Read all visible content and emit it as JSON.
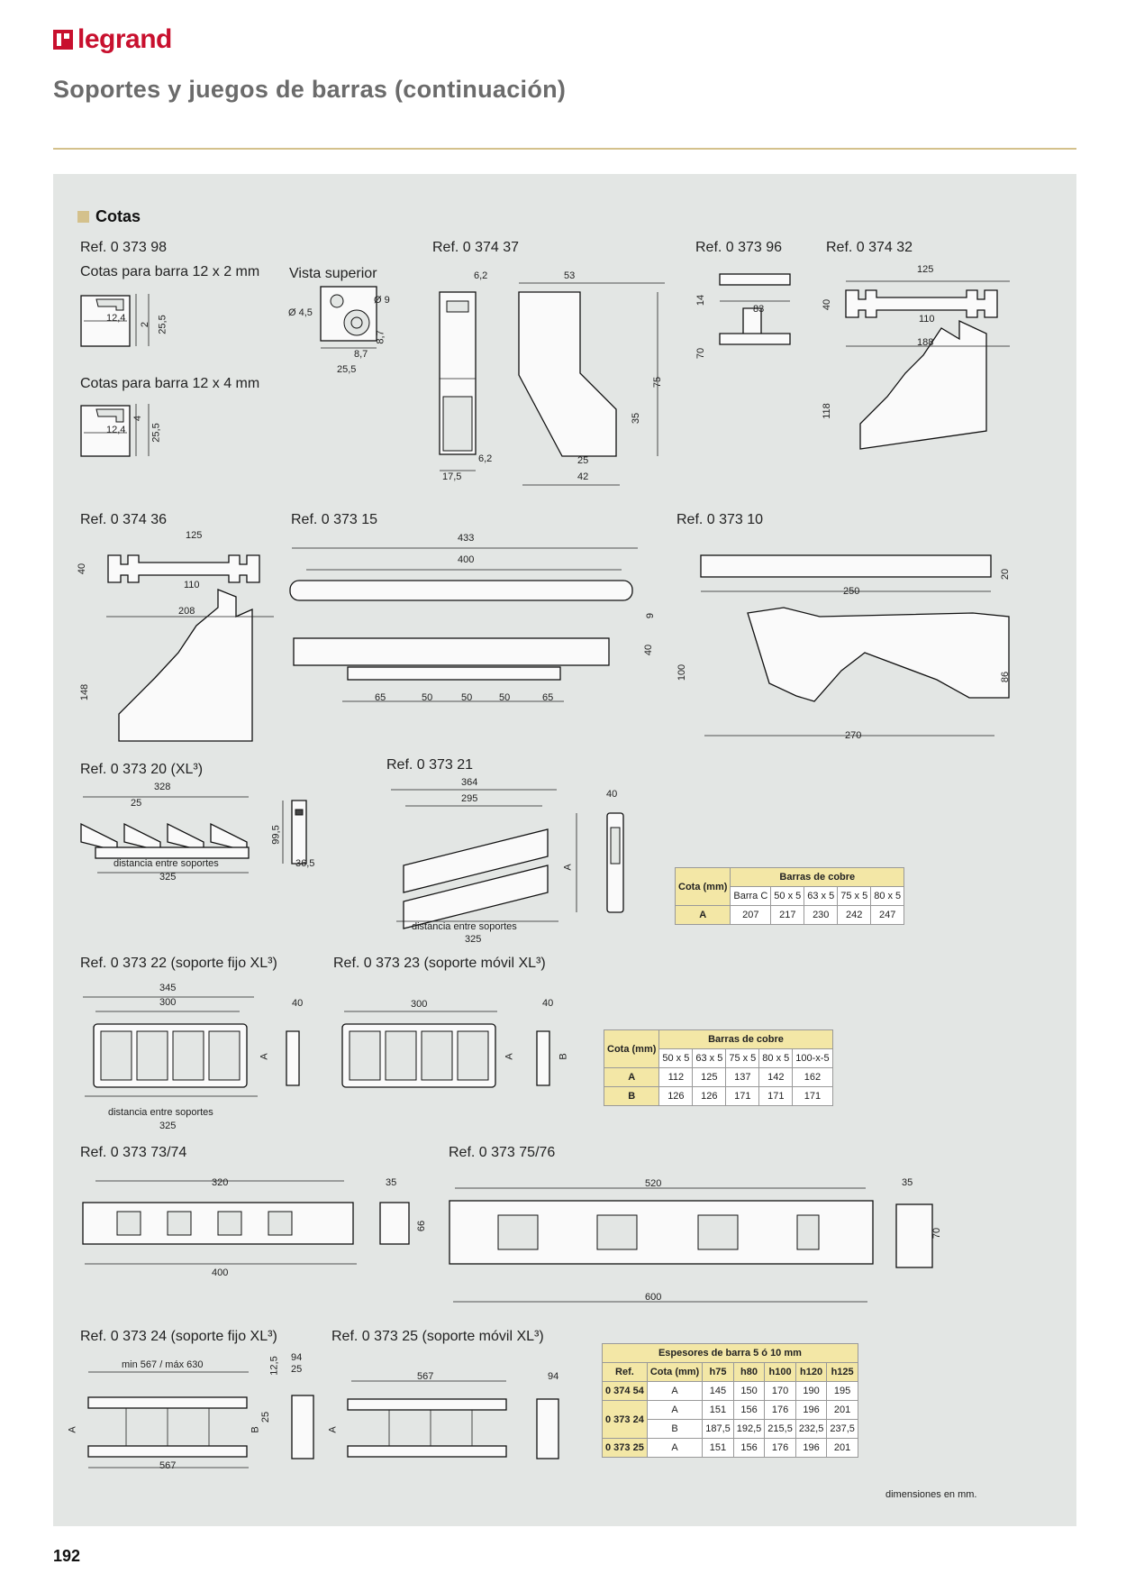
{
  "header": {
    "brand": "legrand",
    "title": "Soportes y juegos de barras (continuación)"
  },
  "section": {
    "title": "Cotas"
  },
  "refs": {
    "r037398": "Ref. 0 373 98",
    "r037437": "Ref. 0 374 37",
    "r037396": "Ref. 0 373 96",
    "r037432": "Ref. 0 374 32",
    "r037436": "Ref. 0 374 36",
    "r037315": "Ref. 0 373 15",
    "r037310": "Ref. 0 373 10",
    "r037320": "Ref. 0 373 20 (XL³)",
    "r037321": "Ref. 0 373 21",
    "r037322": "Ref. 0 373 22 (soporte fijo XL³)",
    "r037323": "Ref. 0 373 23 (soporte móvil XL³)",
    "r037373": "Ref. 0 373 73/74",
    "r037375": "Ref. 0 373 75/76",
    "r037324": "Ref. 0 373 24 (soporte fijo XL³)",
    "r037325": "Ref. 0 373 25 (soporte móvil XL³)"
  },
  "subtitles": {
    "barra12x2": "Cotas para barra 12 x 2 mm",
    "barra12x4": "Cotas para barra 12 x 4 mm",
    "vista": "Vista superior"
  },
  "dims": {
    "d12_4a": "12,4",
    "d2": "2",
    "d25_5a": "25,5",
    "d12_4b": "12,4",
    "d4": "4",
    "d25_5b": "25,5",
    "d_phi9": "Ø 9",
    "d_phi45": "Ø 4,5",
    "d8_7a": "8,7",
    "d8_7b": "8,7",
    "d25_5c": "25,5",
    "d6_2a": "6,2",
    "d6_2b": "6,2",
    "d17_5": "17,5",
    "d53": "53",
    "d75": "75",
    "d35a": "35",
    "d25": "25",
    "d42": "42",
    "d14": "14",
    "d83": "83",
    "d70a": "70",
    "d125a": "125",
    "d40a": "40",
    "d110a": "110",
    "d188": "188",
    "d118": "118",
    "d125b": "125",
    "d40b": "40",
    "d110b": "110",
    "d208": "208",
    "d148": "148",
    "d433": "433",
    "d400a": "400",
    "d9": "9",
    "d40c": "40",
    "d65a": "65",
    "d50a": "50",
    "d50b": "50",
    "d50c": "50",
    "d65b": "65",
    "d20": "20",
    "d250": "250",
    "d100": "100",
    "d86": "86",
    "d270": "270",
    "d328": "328",
    "d25b": "25",
    "d99_5": "99,5",
    "d36_5": "36,5",
    "dist1": "distancia entre soportes",
    "d325a": "325",
    "d364": "364",
    "d295": "295",
    "dA1": "A",
    "d40d": "40",
    "dist2": "distancia entre soportes",
    "d325b": "325",
    "d345": "345",
    "d300a": "300",
    "d40e": "40",
    "dA2": "A",
    "dist3": "distancia entre soportes",
    "d325c": "325",
    "d300b": "300",
    "d40f": "40",
    "dA3": "A",
    "dB1": "B",
    "d320": "320",
    "d35b": "35",
    "d66": "66",
    "d400b": "400",
    "d520": "520",
    "d35c": "35",
    "d70b": "70",
    "d600": "600",
    "dmin": "min 567 / máx 630",
    "d12_5": "12,5",
    "d94a": "94",
    "d25c": "25",
    "d25d": "25",
    "dA4": "A",
    "dB2": "B",
    "d567a": "567",
    "d567b": "567",
    "d94b": "94",
    "dA5": "A"
  },
  "table1": {
    "title": "Barras de cobre",
    "cota": "Cota (mm)",
    "cols": [
      "Barra C",
      "50 x 5",
      "63 x 5",
      "75 x 5",
      "80 x 5"
    ],
    "rowA": {
      "key": "A",
      "vals": [
        "207",
        "217",
        "230",
        "242",
        "247"
      ]
    }
  },
  "table2": {
    "title": "Barras de cobre",
    "cota": "Cota (mm)",
    "cols": [
      "50 x 5",
      "63 x 5",
      "75 x 5",
      "80 x 5",
      "100-x-5"
    ],
    "rowA": {
      "key": "A",
      "vals": [
        "112",
        "125",
        "137",
        "142",
        "162"
      ]
    },
    "rowB": {
      "key": "B",
      "vals": [
        "126",
        "126",
        "171",
        "171",
        "171"
      ]
    }
  },
  "table3": {
    "title": "Espesores de barra 5 ó 10 mm",
    "refhead": "Ref.",
    "cota": "Cota (mm)",
    "cols": [
      "h75",
      "h80",
      "h100",
      "h120",
      "h125"
    ],
    "row1": {
      "ref": "0 374 54",
      "key": "A",
      "vals": [
        "145",
        "150",
        "170",
        "190",
        "195"
      ]
    },
    "row2": {
      "ref": "0 373 24",
      "key": "A",
      "vals": [
        "151",
        "156",
        "176",
        "196",
        "201"
      ]
    },
    "row3": {
      "key": "B",
      "vals": [
        "187,5",
        "192,5",
        "215,5",
        "232,5",
        "237,5"
      ]
    },
    "row4": {
      "ref": "0 373 25",
      "key": "A",
      "vals": [
        "151",
        "156",
        "176",
        "196",
        "201"
      ]
    }
  },
  "footnote": "dimensiones en mm.",
  "page_number": "192"
}
